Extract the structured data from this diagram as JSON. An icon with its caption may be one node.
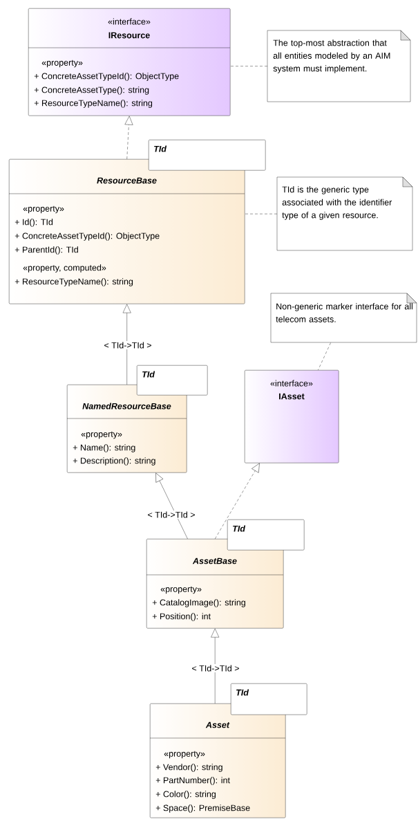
{
  "diagram": {
    "nodes": [
      {
        "text": [
          "«interface»",
          "IResource",
          "«property»",
          "+ ConcreteAssetTypeId(): ObjectType",
          "+ ConcreteAssetType(): string",
          "+ ResourceTypeName(): string"
        ]
      },
      {
        "text": [
          "The top-most abstraction that all entities modeled by an AIM system must implement."
        ]
      },
      {
        "text": [
          "TId"
        ]
      },
      {
        "text": [
          "ResourceBase",
          "«property»",
          "+ Id(): TId",
          "+ ConcreteAssetTypeId(): ObjectType",
          "+ ParentId(): TId",
          "«property, computed»",
          "+ ResourceTypeName(): string"
        ]
      },
      {
        "text": [
          "TId is the generic type associated with the identifier type of a given resource."
        ]
      },
      {
        "text": [
          "Non-generic marker interface for all telecom assets."
        ]
      },
      {
        "text": [
          "TId"
        ]
      },
      {
        "text": [
          "NamedResourceBase",
          "«property»",
          "+ Name(): string",
          "+ Description(): string"
        ]
      },
      {
        "text": [
          "«interface»",
          "IAsset"
        ]
      },
      {
        "text": [
          "TId"
        ]
      },
      {
        "text": [
          "AssetBase",
          "«property»",
          "+ CatalogImage(): string",
          "+ Position(): int"
        ]
      },
      {
        "text": [
          "TId"
        ]
      },
      {
        "text": [
          "Asset",
          "«property»",
          "+ Vendor(): string",
          "+ PartNumber(): int",
          "+ Color(): string",
          "+ Space(): PremiseBase"
        ]
      }
    ],
    "edges": [
      {
        "from": 3,
        "to": 0,
        "arrow": "to",
        "style": "dashed"
      },
      {
        "from": 1,
        "to": 0,
        "arrow": "none",
        "style": "dashed"
      },
      {
        "from": 4,
        "to": 3,
        "arrow": "none",
        "style": "dashed"
      },
      {
        "from": 5,
        "to": 8,
        "arrow": "none",
        "style": "dashed"
      },
      {
        "from": 7,
        "to": 3,
        "arrow": "to",
        "label": "< TId->TId >"
      },
      {
        "from": 10,
        "to": 7,
        "arrow": "to",
        "label": "< TId->TId >"
      },
      {
        "from": 10,
        "to": 8,
        "arrow": "to",
        "style": "dashed"
      },
      {
        "from": 12,
        "to": 10,
        "arrow": "to",
        "label": "< TId->TId >"
      }
    ]
  }
}
